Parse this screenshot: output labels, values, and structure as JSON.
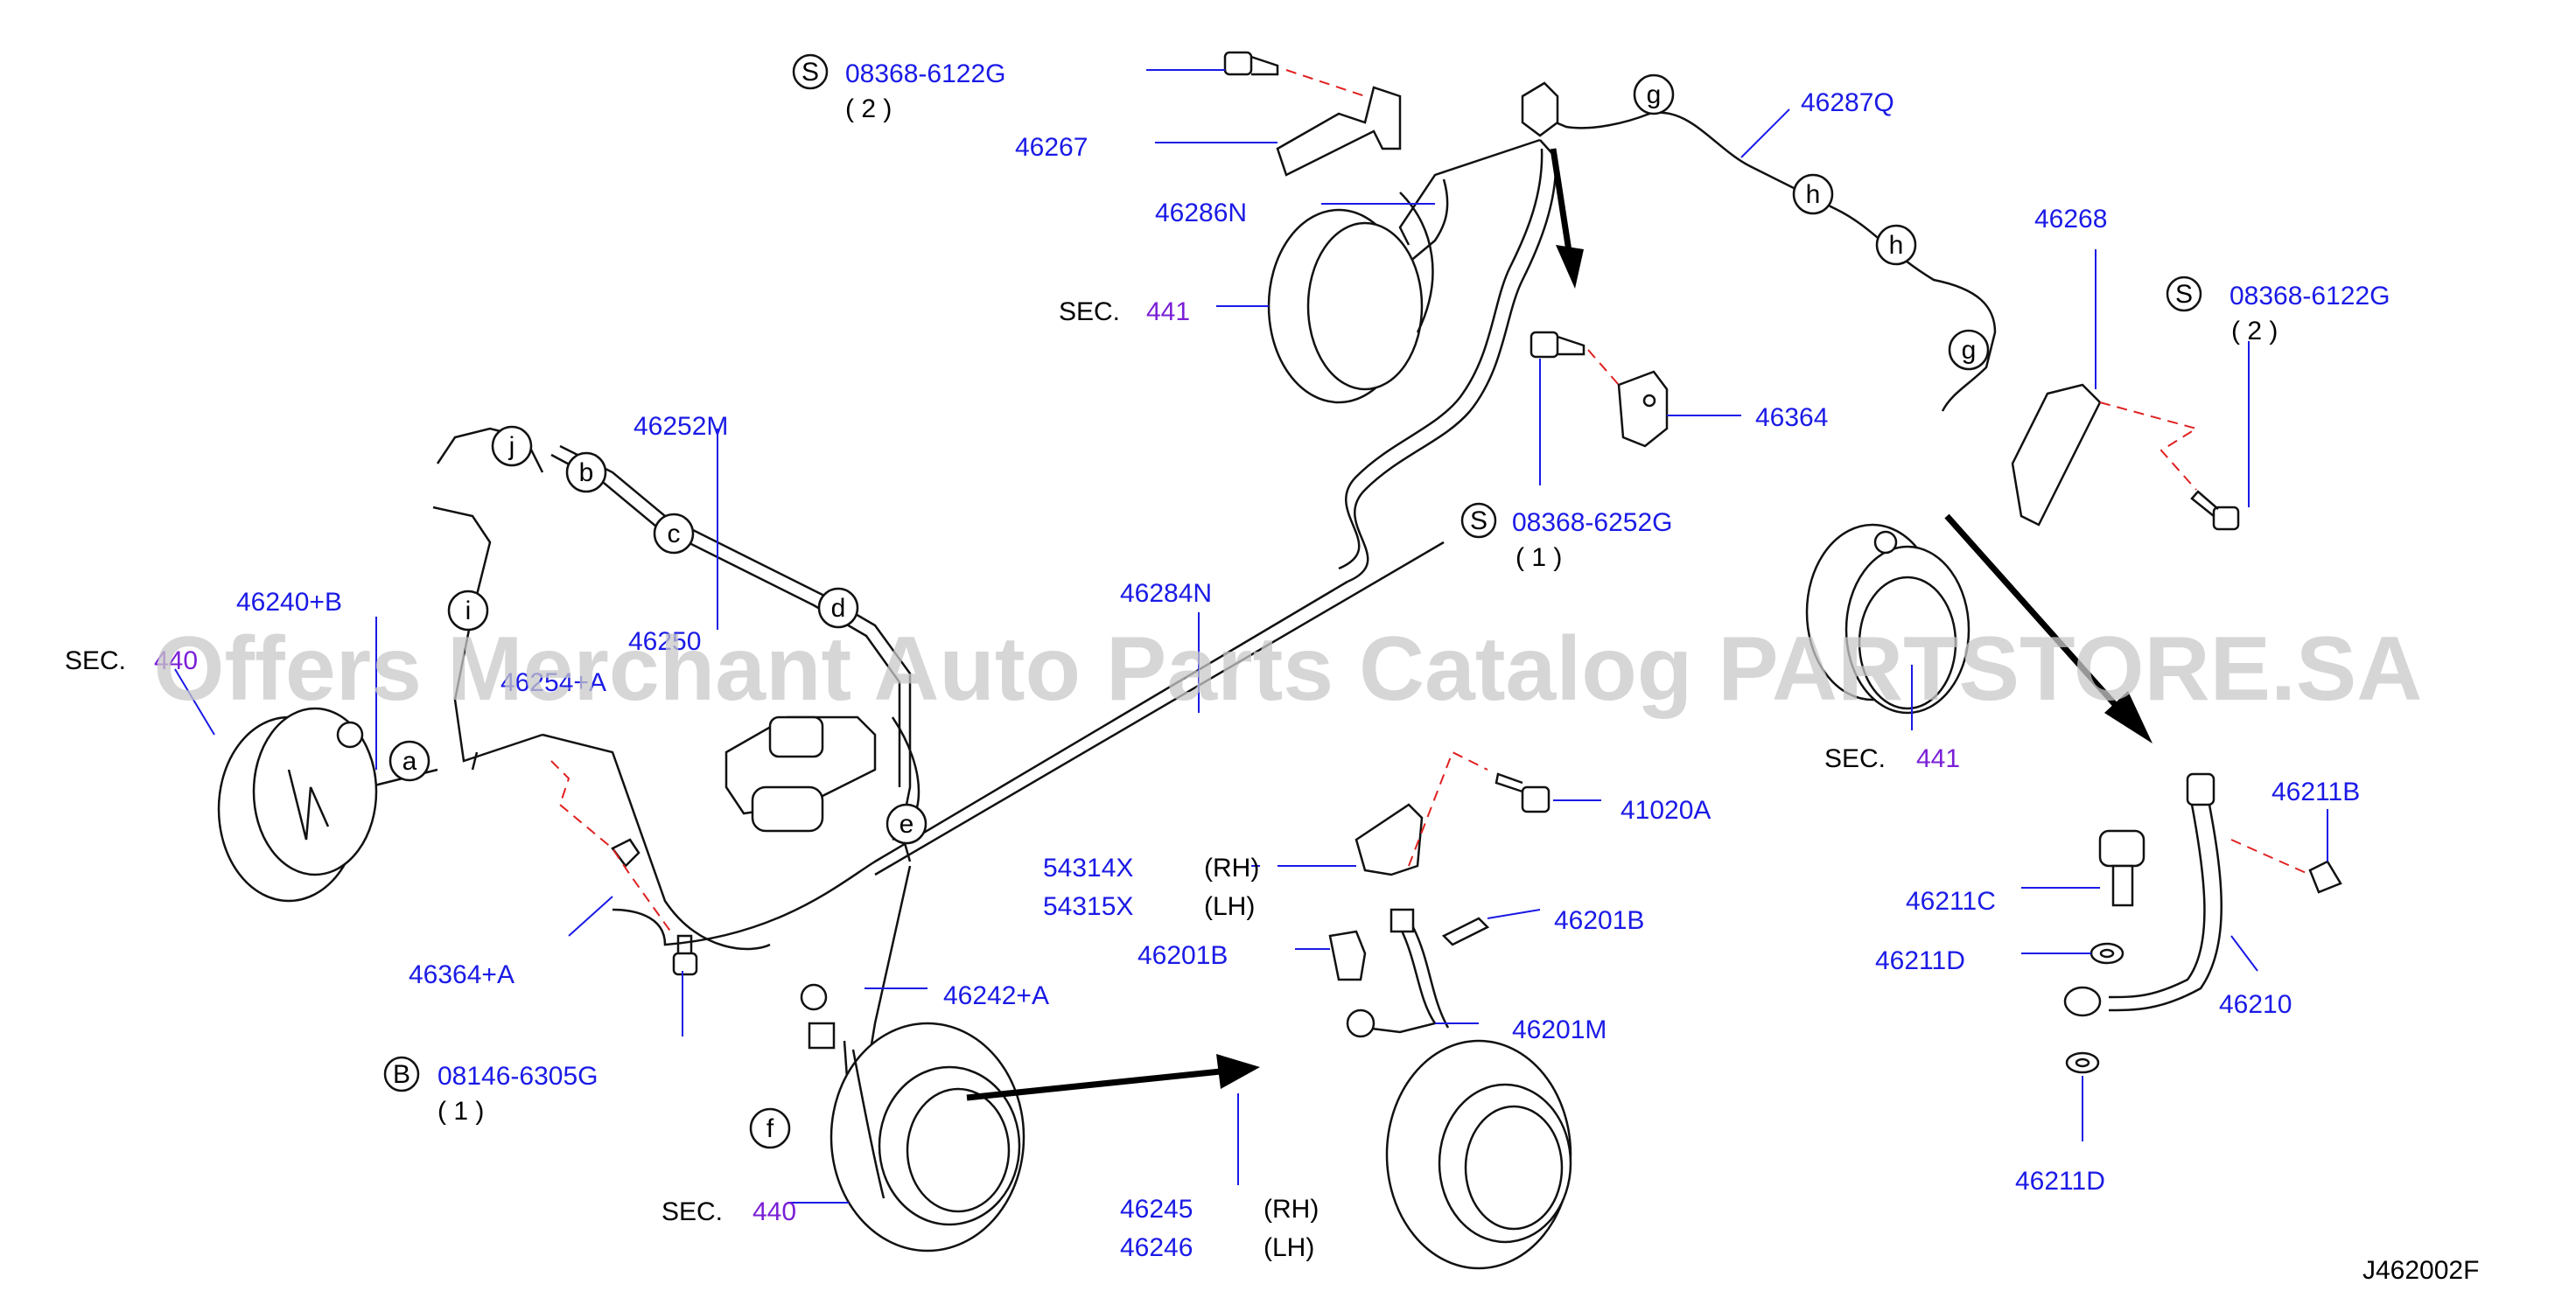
{
  "watermark": "Offers Merchant Auto Parts Catalog PARTSTORE.SA",
  "diagram_id": "J462002F",
  "colors": {
    "part_number": "#1a1ae6",
    "section_ref": "#7a1fd6",
    "dash": "#e02020",
    "text": "#000000"
  },
  "labels": {
    "p08368_6122G_top": "08368-6122G",
    "qty2_top": "( 2 )",
    "p46267": "46267",
    "p46286N": "46286N",
    "sec": "SEC.",
    "s441": "441",
    "s440": "440",
    "p46287Q": "46287Q",
    "p46268": "46268",
    "p08368_6122G_right": "08368-6122G",
    "qty2_right": "( 2 )",
    "p46364": "46364",
    "p08368_6252G": "08368-6252G",
    "qty1_mid": "( 1 )",
    "p46252M": "46252M",
    "p46250": "46250",
    "p46284N": "46284N",
    "p46240B": "46240+B",
    "p46254A": "46254+A",
    "p46364A": "46364+A",
    "p08146_6305G": "08146-6305G",
    "qty1_bottom": "( 1 )",
    "p46242A": "46242+A",
    "p54314X": "54314X",
    "p54315X": "54315X",
    "rh": "(RH)",
    "lh": "(LH)",
    "p41020A": "41020A",
    "p46201B": "46201B",
    "p46201M": "46201M",
    "p46245": "46245",
    "p46246": "46246",
    "p46211B": "46211B",
    "p46211C": "46211C",
    "p46211D": "46211D",
    "p46210": "46210"
  },
  "markers": {
    "s": "S",
    "b": "B",
    "a": "a",
    "b_lower": "b",
    "c": "c",
    "d": "d",
    "e": "e",
    "f": "f",
    "g": "g",
    "h": "h",
    "i": "i",
    "j": "j"
  }
}
